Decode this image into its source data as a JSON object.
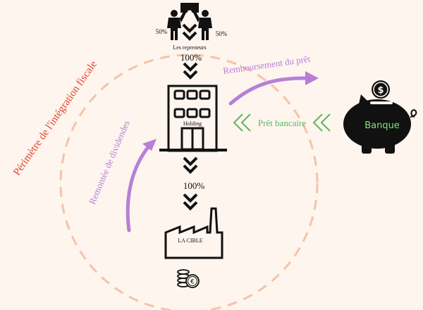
{
  "colors": {
    "background": "#fdf5ee",
    "perimeter": "#f5c3a8",
    "perimeter_label": "#e8412a",
    "purple": "#b77fd8",
    "green": "#5cb85c",
    "icon": "#111111",
    "bank_text": "#7ee27e"
  },
  "icons": {
    "founders": "handshake-people-icon",
    "holding": "office-building-icon",
    "target": "factory-icon",
    "cash": "euro-coins-icon",
    "bank": "piggy-bank-icon"
  },
  "founders": {
    "share_left": "50%",
    "share_right": "50%",
    "label": "Les repreneurs"
  },
  "holding": {
    "label": "Holding",
    "ownership_from_founders": "100%",
    "ownership_of_target": "100%"
  },
  "target": {
    "label": "LA CIBLE"
  },
  "bank": {
    "label": "Banque"
  },
  "flows": {
    "loan": "Prêt bancaire",
    "repayment": "Remboursement du prêt",
    "dividends": "Remontée de dividendes"
  },
  "perimeter": {
    "label": "Périmètre de l'intégration fiscale"
  }
}
